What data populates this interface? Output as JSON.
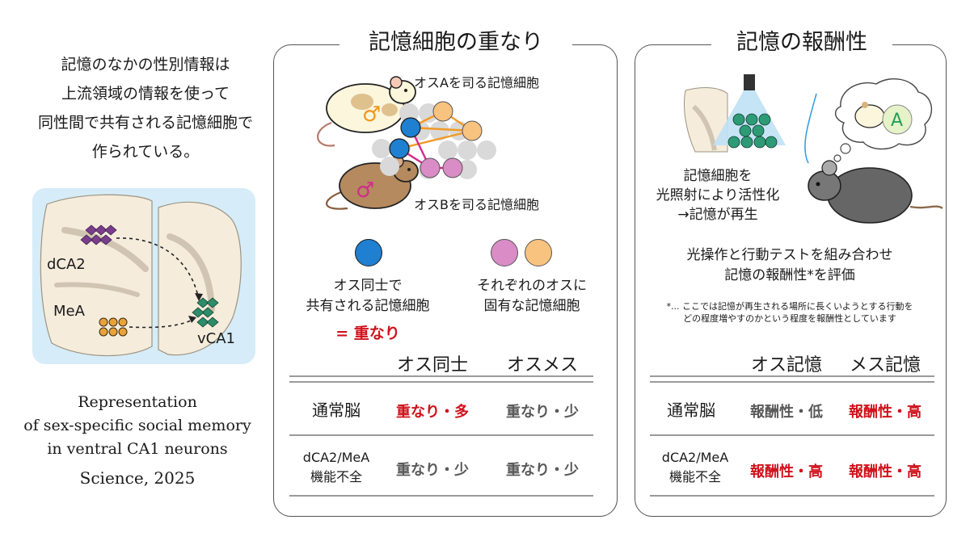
{
  "intro": {
    "line1": "記憶のなかの性別情報は",
    "line2": "上流領域の情報を使って",
    "line3": "同性間で共有される記憶細胞で",
    "line4": "作られている。"
  },
  "brain": {
    "region_dca2": "dCA2",
    "region_mea": "MeA",
    "region_vca1": "vCA1"
  },
  "paper": {
    "title_line1": "Representation",
    "title_line2": "of sex-specific social memory",
    "title_line3": "in ventral CA1 neurons",
    "journal": "Science, 2025"
  },
  "overlap": {
    "title": "記憶細胞の重なり",
    "label_a": "オスAを司る記憶細胞",
    "label_b": "オスBを司る記憶細胞",
    "legend_shared_1": "オス同士で",
    "legend_shared_2": "共有される記憶細胞",
    "legend_overlap": "= 重なり",
    "legend_unique_1": "それぞれのオスに",
    "legend_unique_2": "固有な記憶細胞",
    "col1": "オス同士",
    "col2": "オスメス",
    "row1_label": "通常脳",
    "row1_c1": "重なり・多",
    "row1_c2": "重なり・少",
    "row2_label_1": "dCA2/MeA",
    "row2_label_2": "機能不全",
    "row2_c1": "重なり・少",
    "row2_c2": "重なり・少"
  },
  "reward": {
    "title": "記憶の報酬性",
    "dream_letter": "A",
    "caption_1": "記憶細胞を",
    "caption_2": "光照射により活性化",
    "caption_3": "→記憶が再生",
    "method_1": "光操作と行動テストを組み合わせ",
    "method_2": "記憶の報酬性*を評価",
    "note_1": "*... ここでは記憶が再生される場所に長くいようとする行動を",
    "note_2": "どの程度増やすのかという程度を報酬性としています",
    "col1": "オス記憶",
    "col2": "メス記憶",
    "row1_label": "通常脳",
    "row1_c1": "報酬性・低",
    "row1_c2": "報酬性・高",
    "row2_label_1": "dCA2/MeA",
    "row2_label_2": "機能不全",
    "row2_c1": "報酬性・高",
    "row2_c2": "報酬性・高"
  },
  "colors": {
    "shared_cell": "#1f7fd1",
    "unique_a_cell": "#f8c27f",
    "unique_b_cell": "#d98cc6",
    "highlight_red": "#d0111b",
    "brain_panel_bg": "#d6ecf8"
  },
  "symbols": {
    "male": "♂"
  }
}
